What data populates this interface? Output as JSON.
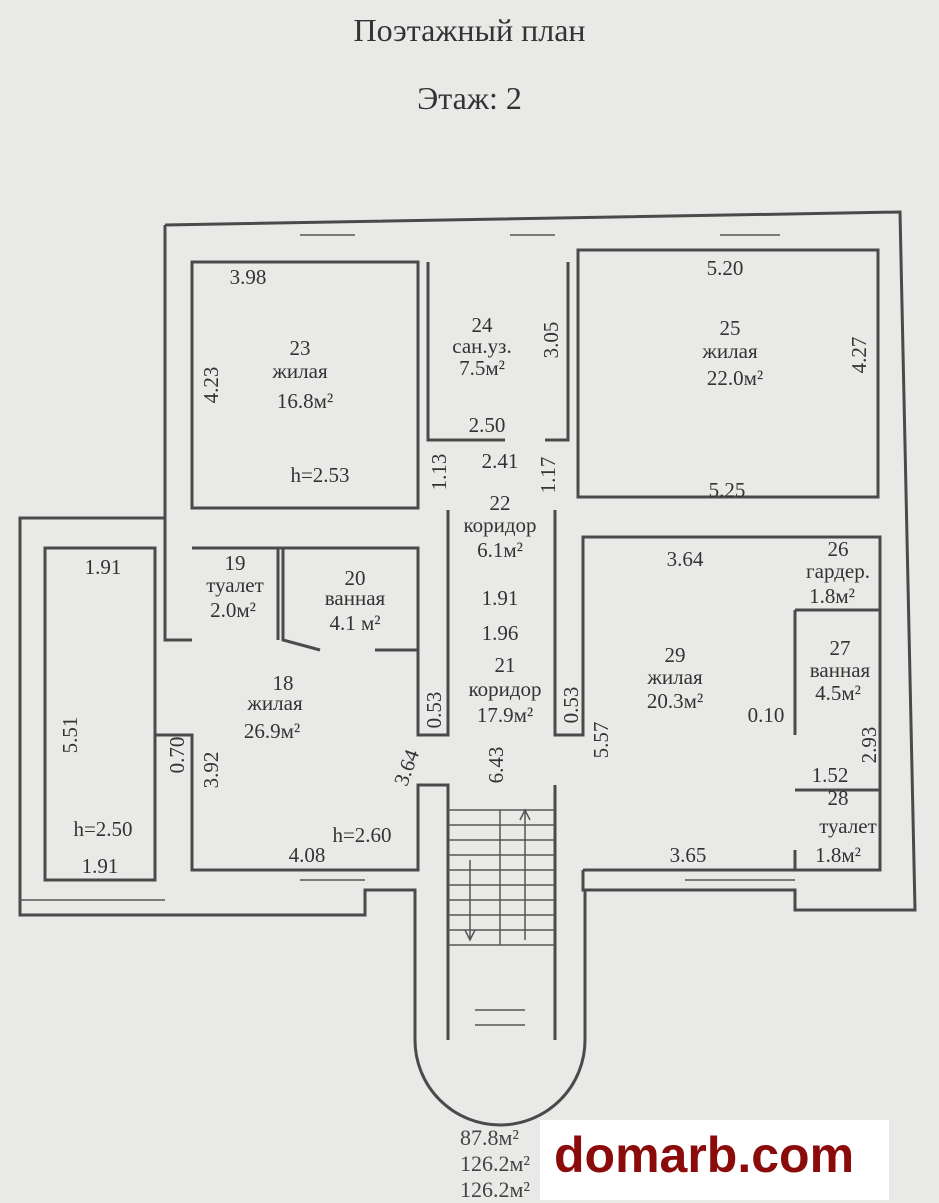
{
  "header": {
    "title": "Поэтажный план",
    "floor": "Этаж: 2"
  },
  "rooms": [
    {
      "num": "23",
      "type": "жилая",
      "area": "16.8м²"
    },
    {
      "num": "24",
      "type": "сан.уз.",
      "area": "7.5м²"
    },
    {
      "num": "25",
      "type": "жилая",
      "area": "22.0м²"
    },
    {
      "num": "22",
      "type": "коридор",
      "area": "6.1м²"
    },
    {
      "num": "19",
      "type": "туалет",
      "area": "2.0м²"
    },
    {
      "num": "20",
      "type": "ванная",
      "area": "4.1 м²"
    },
    {
      "num": "18",
      "type": "жилая",
      "area": "26.9м²"
    },
    {
      "num": "21",
      "type": "коридор",
      "area": "17.9м²"
    },
    {
      "num": "26",
      "type": "гардер.",
      "area": "1.8м²"
    },
    {
      "num": "29",
      "type": "жилая",
      "area": "20.3м²"
    },
    {
      "num": "27",
      "type": "ванная",
      "area": "4.5м²"
    },
    {
      "num": "28",
      "type": "туалет",
      "area": "1.8м²"
    }
  ],
  "dims": [
    "3.98",
    "4.23",
    "h=2.53",
    "3.05",
    "2.50",
    "2.41",
    "1.13",
    "1.17",
    "5.20",
    "4.27",
    "5.25",
    "1.91",
    "1.96",
    "3.64",
    "0.53",
    "0.53",
    "5.57",
    "0.10",
    "2.93",
    "1.52",
    "3.65",
    "1.91",
    "5.51",
    "h=2.50",
    "1.91",
    "0.70",
    "3.92",
    "3.64",
    "6.43",
    "h=2.60",
    "4.08"
  ],
  "totals": [
    "87.8м²",
    "126.2м²",
    "126.2м²"
  ],
  "watermark": "domarb.com"
}
